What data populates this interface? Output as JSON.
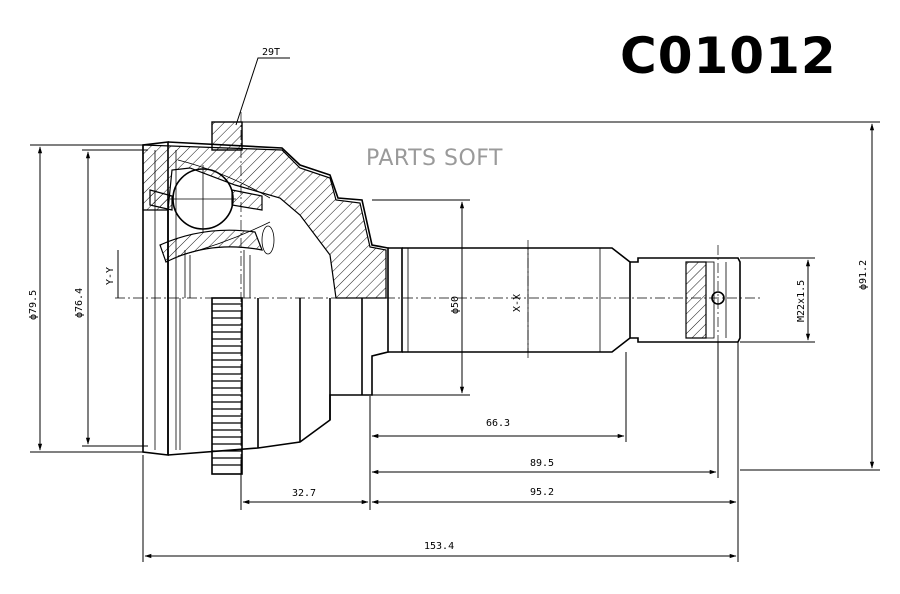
{
  "part_code": "C01012",
  "watermark": "PARTS SOFT",
  "dimensions": {
    "spline_teeth": "29T",
    "outer_diameter": "ϕ79.5",
    "bearing_diameter": "ϕ76.4",
    "axis_y": "Y-Y",
    "axis_x": "X-X",
    "shaft_diameter": "ϕ50",
    "thread": "M22x1.5",
    "abs_ring_diameter": "ϕ91.2",
    "spline_length": "66.3",
    "stem_length": "89.5",
    "bell_width": "32.7",
    "shaft_total": "95.2",
    "overall_length": "153.4"
  },
  "colors": {
    "line": "#000000",
    "watermark": "#9a9a9a"
  }
}
